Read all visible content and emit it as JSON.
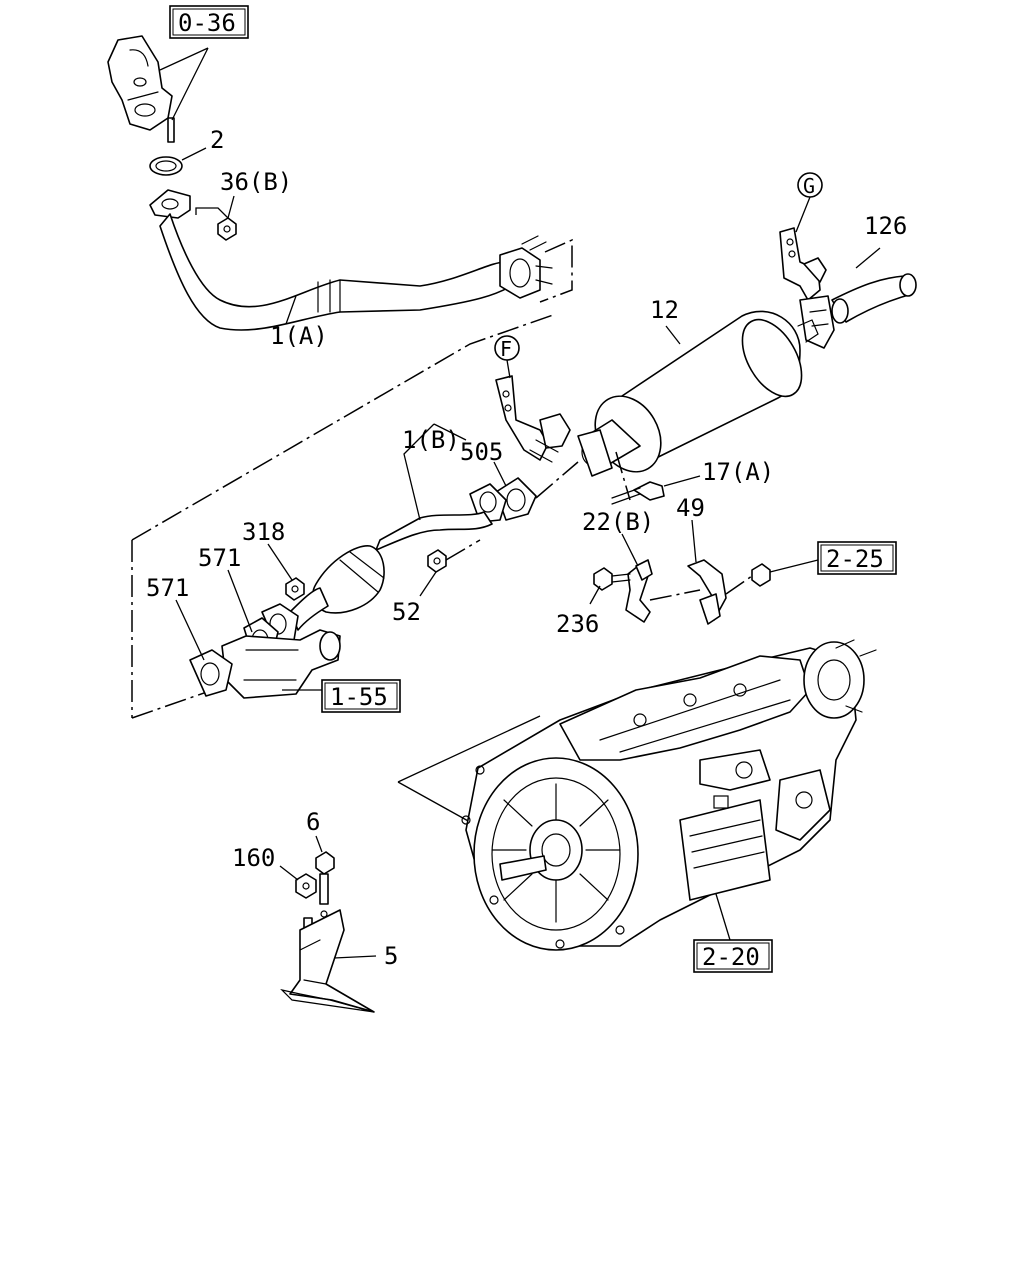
{
  "labels": {
    "ref_0_36": "0-36",
    "part_2": "2",
    "part_36b": "36(B)",
    "part_1a": "1(A)",
    "circle_g": "G",
    "part_126": "126",
    "part_12": "12",
    "circle_f": "F",
    "part_1b": "1(B)",
    "part_505": "505",
    "part_17a": "17(A)",
    "part_22b": "22(B)",
    "part_49": "49",
    "ref_2_25": "2-25",
    "part_318": "318",
    "part_571a": "571",
    "part_571b": "571",
    "part_52": "52",
    "part_236": "236",
    "ref_1_55": "1-55",
    "part_6": "6",
    "part_160": "160",
    "part_5": "5",
    "ref_2_20": "2-20"
  }
}
